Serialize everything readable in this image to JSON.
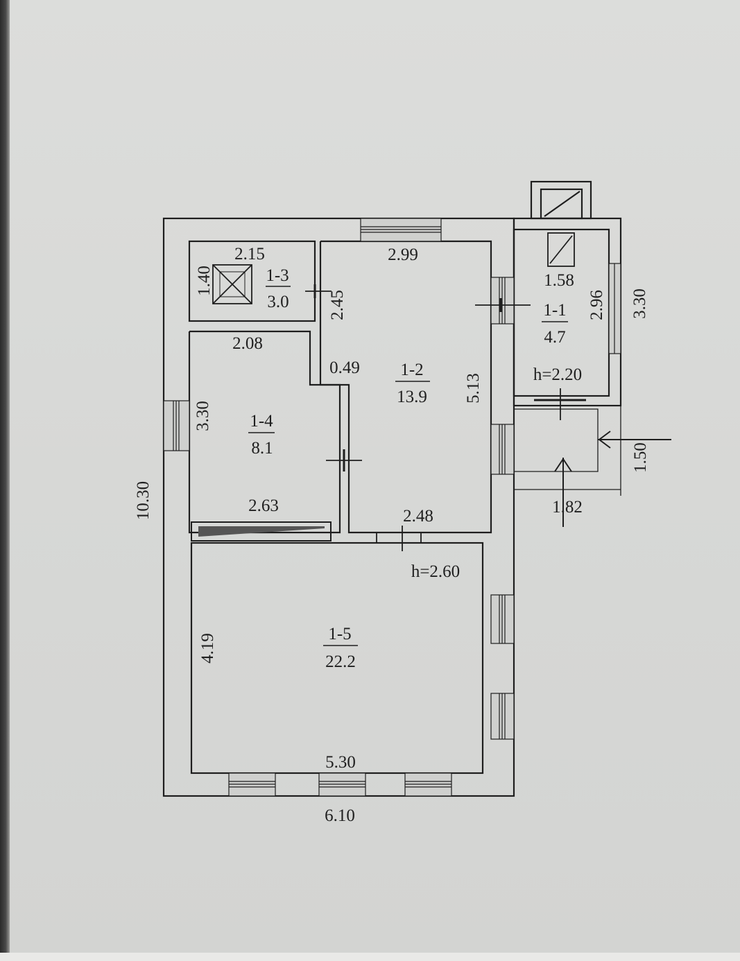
{
  "rooms": [
    {
      "id": "1-1",
      "area": "4.7"
    },
    {
      "id": "1-2",
      "area": "13.9"
    },
    {
      "id": "1-3",
      "area": "3.0"
    },
    {
      "id": "1-4",
      "area": "8.1"
    },
    {
      "id": "1-5",
      "area": "22.2"
    }
  ],
  "dimensions": {
    "d_2_15": "2.15",
    "d_1_40": "1.40",
    "d_2_45": "2.45",
    "d_2_99": "2.99",
    "d_1_58": "1.58",
    "d_2_96": "2.96",
    "d_3_30_right": "3.30",
    "d_2_08": "2.08",
    "d_0_49": "0.49",
    "d_5_13": "5.13",
    "d_3_30_left": "3.30",
    "d_1_50": "1.50",
    "d_1_82": "1.82",
    "d_10_30": "10.30",
    "d_2_63": "2.63",
    "d_2_48": "2.48",
    "d_4_19": "4.19",
    "d_5_30": "5.30",
    "d_6_10": "6.10"
  },
  "heights": {
    "main": "h=2.60",
    "porch": "h=2.20"
  }
}
